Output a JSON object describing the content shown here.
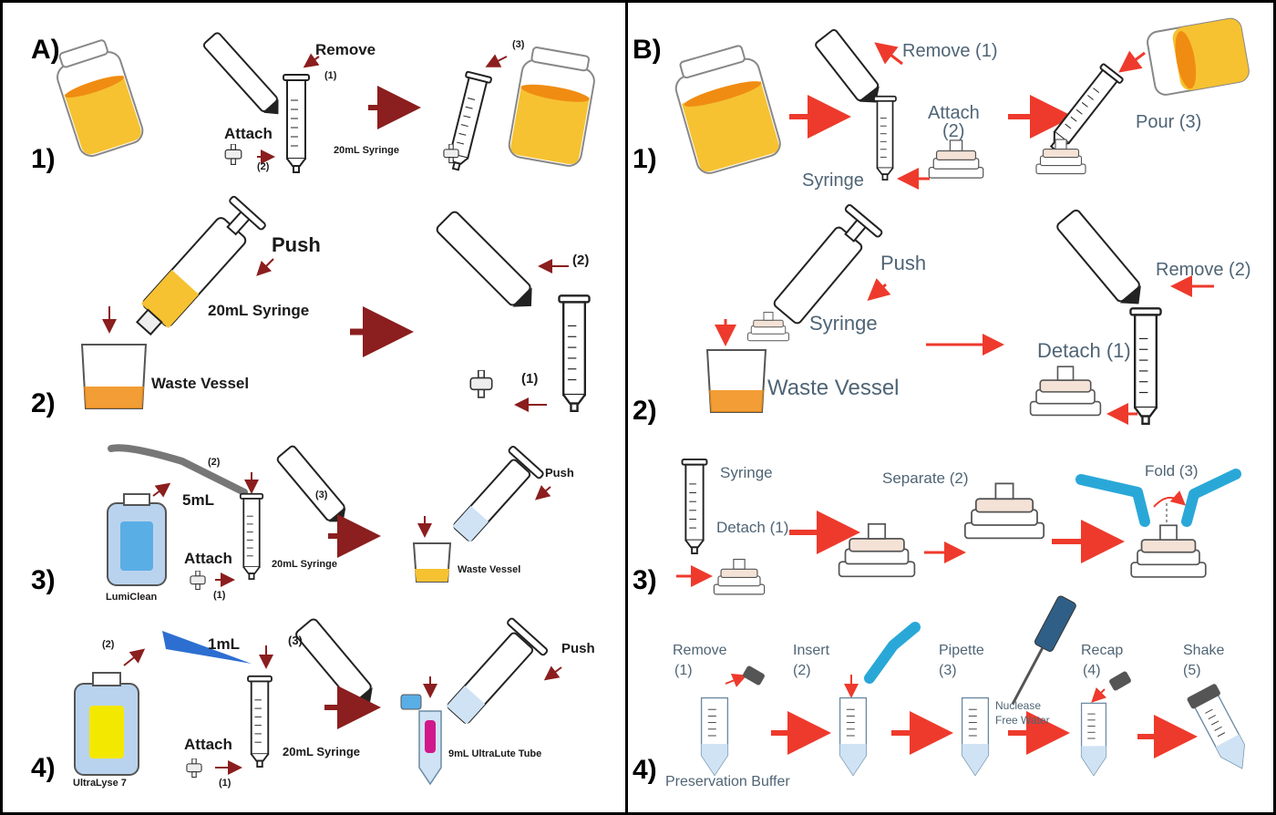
{
  "panels": {
    "a": "A)",
    "b": "B)"
  },
  "steps": {
    "one": "1)",
    "two": "2)",
    "three": "3)",
    "four": "4)"
  },
  "a1": {
    "remove": "Remove",
    "remove_n": "(1)",
    "attach": "Attach",
    "attach_n": "(2)",
    "syringe": "20mL Syringe",
    "pour_n": "(3)"
  },
  "a2": {
    "push": "Push",
    "syringe": "20mL Syringe",
    "waste": "Waste Vessel",
    "n2": "(2)",
    "n1": "(1)"
  },
  "a3": {
    "n2": "(2)",
    "volume": "5mL",
    "n3": "(3)",
    "bottle": "LumiClean",
    "attach": "Attach",
    "attach_n": "(1)",
    "syringe": "20mL Syringe",
    "push": "Push",
    "waste": "Waste Vessel"
  },
  "a4": {
    "n2": "(2)",
    "volume": "1mL",
    "n3": "(3)",
    "bottle": "UltraLyse 7",
    "attach": "Attach",
    "attach_n": "(1)",
    "syringe": "20mL Syringe",
    "push": "Push",
    "tube": "9mL UltraLute Tube"
  },
  "b1": {
    "remove": "Remove (1)",
    "attach": "Attach",
    "attach_n": "(2)",
    "syringe": "Syringe",
    "pour": "Pour (3)"
  },
  "b2": {
    "push": "Push",
    "syringe": "Syringe",
    "waste": "Waste Vessel",
    "remove": "Remove (2)",
    "detach": "Detach (1)"
  },
  "b3": {
    "syringe": "Syringe",
    "detach": "Detach (1)",
    "separate": "Separate (2)",
    "fold": "Fold (3)"
  },
  "b4": {
    "remove": "Remove",
    "remove_n": "(1)",
    "insert": "Insert",
    "insert_n": "(2)",
    "pipette": "Pipette",
    "pipette_n": "(3)",
    "recap": "Recap",
    "recap_n": "(4)",
    "shake": "Shake",
    "shake_n": "(5)",
    "water1": "Nuclease",
    "water2": "Free Water",
    "buffer": "Preservation Buffer"
  },
  "colors": {
    "arrow_dark": "#8b1e1e",
    "arrow_red": "#ee3a2c",
    "liquid_yellow": "#f6c232",
    "liquid_orange": "#f08c12",
    "tube_blue": "#cfe3f5",
    "text_b": "#4f6475"
  }
}
